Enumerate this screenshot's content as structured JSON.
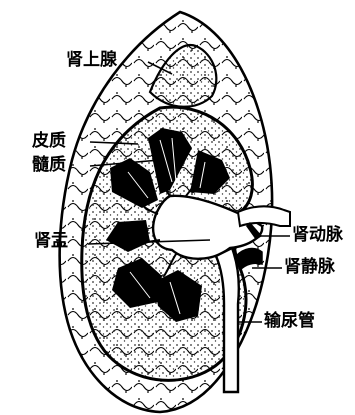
{
  "colors": {
    "ink": "#000000",
    "paper": "#ffffff",
    "stipple": "#333333"
  },
  "labels": {
    "adrenal_gland": "肾上腺",
    "cortex": "皮质",
    "medulla": "髓质",
    "renal_pelvis": "肾盂",
    "renal_artery": "肾动脉",
    "renal_vein": "肾静脉",
    "ureter": "输尿管"
  }
}
